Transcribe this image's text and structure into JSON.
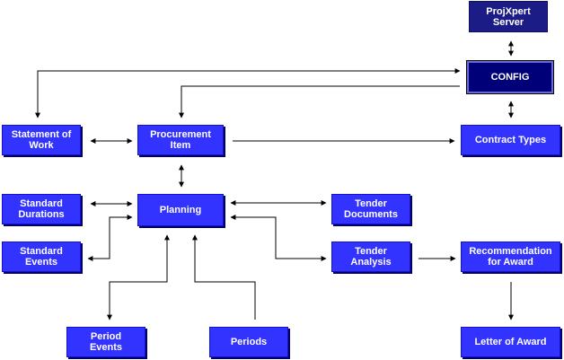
{
  "nodes": {
    "projxpert_server": "ProjXpert\nServer",
    "config": "CONFIG",
    "statement_of_work": "Statement of\nWork",
    "procurement_item": "Procurement\nItem",
    "contract_types": "Contract Types",
    "standard_durations": "Standard\nDurations",
    "planning": "Planning",
    "tender_documents": "Tender\nDocuments",
    "standard_events": "Standard\nEvents",
    "tender_analysis": "Tender\nAnalysis",
    "recommendation_for_award": "Recommendation\nfor Award",
    "period_events": "Period\nEvents",
    "periods": "Periods",
    "letter_of_award": "Letter of Award"
  },
  "colors": {
    "node_fill": "#3333ff",
    "server_fill": "#1c1c86",
    "config_fill": "#000078",
    "connector": "#000000"
  }
}
